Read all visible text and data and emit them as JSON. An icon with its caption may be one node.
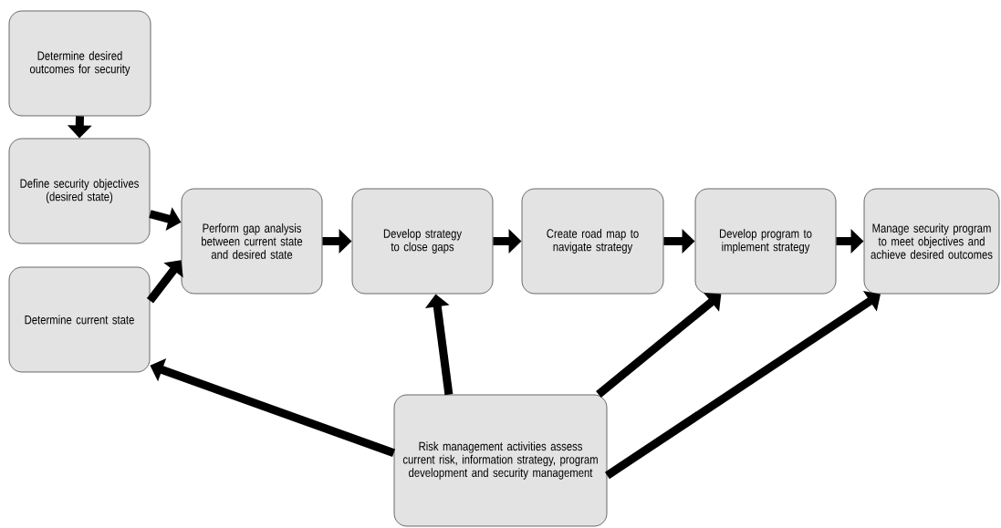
{
  "diagram": {
    "nodes": [
      {
        "text": [
          "Determine desired outcomes for security"
        ]
      },
      {
        "text": [
          "Define security objectives (desired state)"
        ]
      },
      {
        "text": [
          "Determine current state"
        ]
      },
      {
        "text": [
          "Perform gap analysis between current state and desired state"
        ]
      },
      {
        "text": [
          "Develop strategy to close gaps"
        ]
      },
      {
        "text": [
          "Create road map to navigate strategy"
        ]
      },
      {
        "text": [
          "Develop program to implement strategy"
        ]
      },
      {
        "text": [
          "Manage security program to meet objectives and achieve desired outcomes"
        ]
      },
      {
        "text": [
          "Risk management activities assess current risk, information strategy, program development and security management"
        ]
      }
    ],
    "edges": [
      {
        "from": 0,
        "to": 1,
        "arrow": "to"
      },
      {
        "from": 1,
        "to": 3,
        "arrow": "to"
      },
      {
        "from": 2,
        "to": 3,
        "arrow": "to"
      },
      {
        "from": 3,
        "to": 4,
        "arrow": "to"
      },
      {
        "from": 4,
        "to": 5,
        "arrow": "to"
      },
      {
        "from": 5,
        "to": 6,
        "arrow": "to"
      },
      {
        "from": 6,
        "to": 7,
        "arrow": "to"
      },
      {
        "from": 8,
        "to": 2,
        "arrow": "to"
      },
      {
        "from": 8,
        "to": 4,
        "arrow": "to"
      },
      {
        "from": 8,
        "to": 6,
        "arrow": "to"
      },
      {
        "from": 8,
        "to": 7,
        "arrow": "to"
      }
    ]
  }
}
